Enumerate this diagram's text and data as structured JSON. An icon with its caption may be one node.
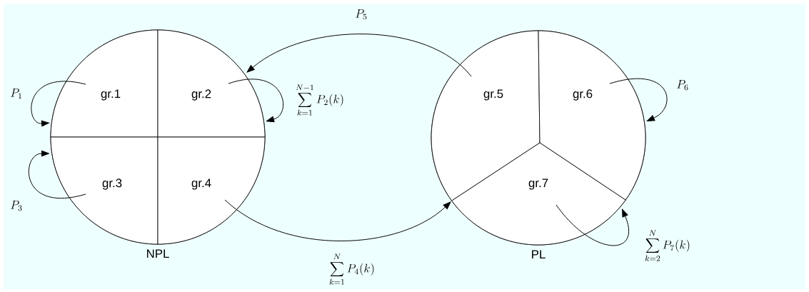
{
  "diagram": {
    "nodes": [
      {
        "text": [
          "NPL"
        ]
      },
      {
        "text": [
          "gr.1"
        ],
        "in": 0
      },
      {
        "text": [
          "gr.2"
        ],
        "in": 0
      },
      {
        "text": [
          "gr.3"
        ],
        "in": 0
      },
      {
        "text": [
          "gr.4"
        ],
        "in": 0
      },
      {
        "text": [
          "PL"
        ]
      },
      {
        "text": [
          "gr.5"
        ],
        "in": 5
      },
      {
        "text": [
          "gr.6"
        ],
        "in": 5
      },
      {
        "text": [
          "gr.7"
        ],
        "in": 5
      }
    ],
    "edges": [
      {
        "from": 1,
        "to": 1,
        "arrow": "to",
        "label": "P_1"
      },
      {
        "from": 2,
        "to": 2,
        "arrow": "to",
        "label": "\\sum_{k=1}^{N-1} P_2(k)"
      },
      {
        "from": 3,
        "to": 3,
        "arrow": "to",
        "label": "P_3"
      },
      {
        "from": 6,
        "to": 2,
        "arrow": "to",
        "label": "P_5"
      },
      {
        "from": 4,
        "to": 8,
        "arrow": "to",
        "label": "\\sum_{k=1}^{N} P_4(k)"
      },
      {
        "from": 7,
        "to": 7,
        "arrow": "to",
        "label": "P_6"
      },
      {
        "from": 8,
        "to": 8,
        "arrow": "to",
        "label": "\\sum_{k=2}^{N} P_7(k)"
      }
    ]
  }
}
